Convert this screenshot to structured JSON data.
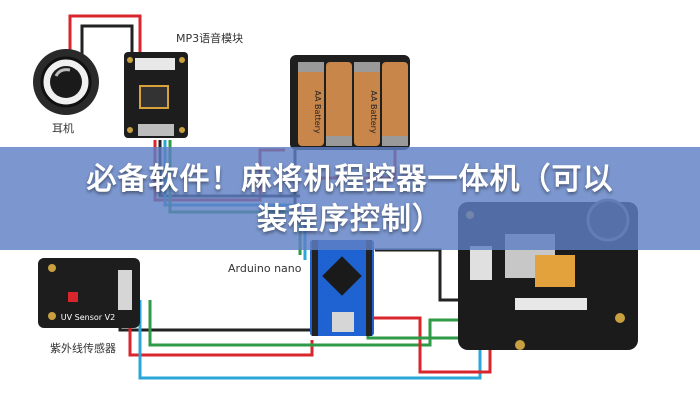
{
  "labels": {
    "headphones": "耳机",
    "mp3_module": "MP3语音模块",
    "arduino_nano": "Arduino nano",
    "uv_sensor": "紫外线传感器",
    "uv_board_text": "UV Sensor V2",
    "battery_text": "AA Battery"
  },
  "banner": {
    "line1": "必备软件！麻将机程控器一体机（可以",
    "line2": "装程序控制）"
  },
  "colors": {
    "banner": "#5f80c4",
    "wire_red": "#d8262c",
    "wire_black": "#222222",
    "wire_blue": "#2aa7d8",
    "wire_green": "#2f9a47",
    "board_dark": "#1b1b1b",
    "nano_blue": "#1f63d2",
    "battery_copper": "#c9864a"
  }
}
